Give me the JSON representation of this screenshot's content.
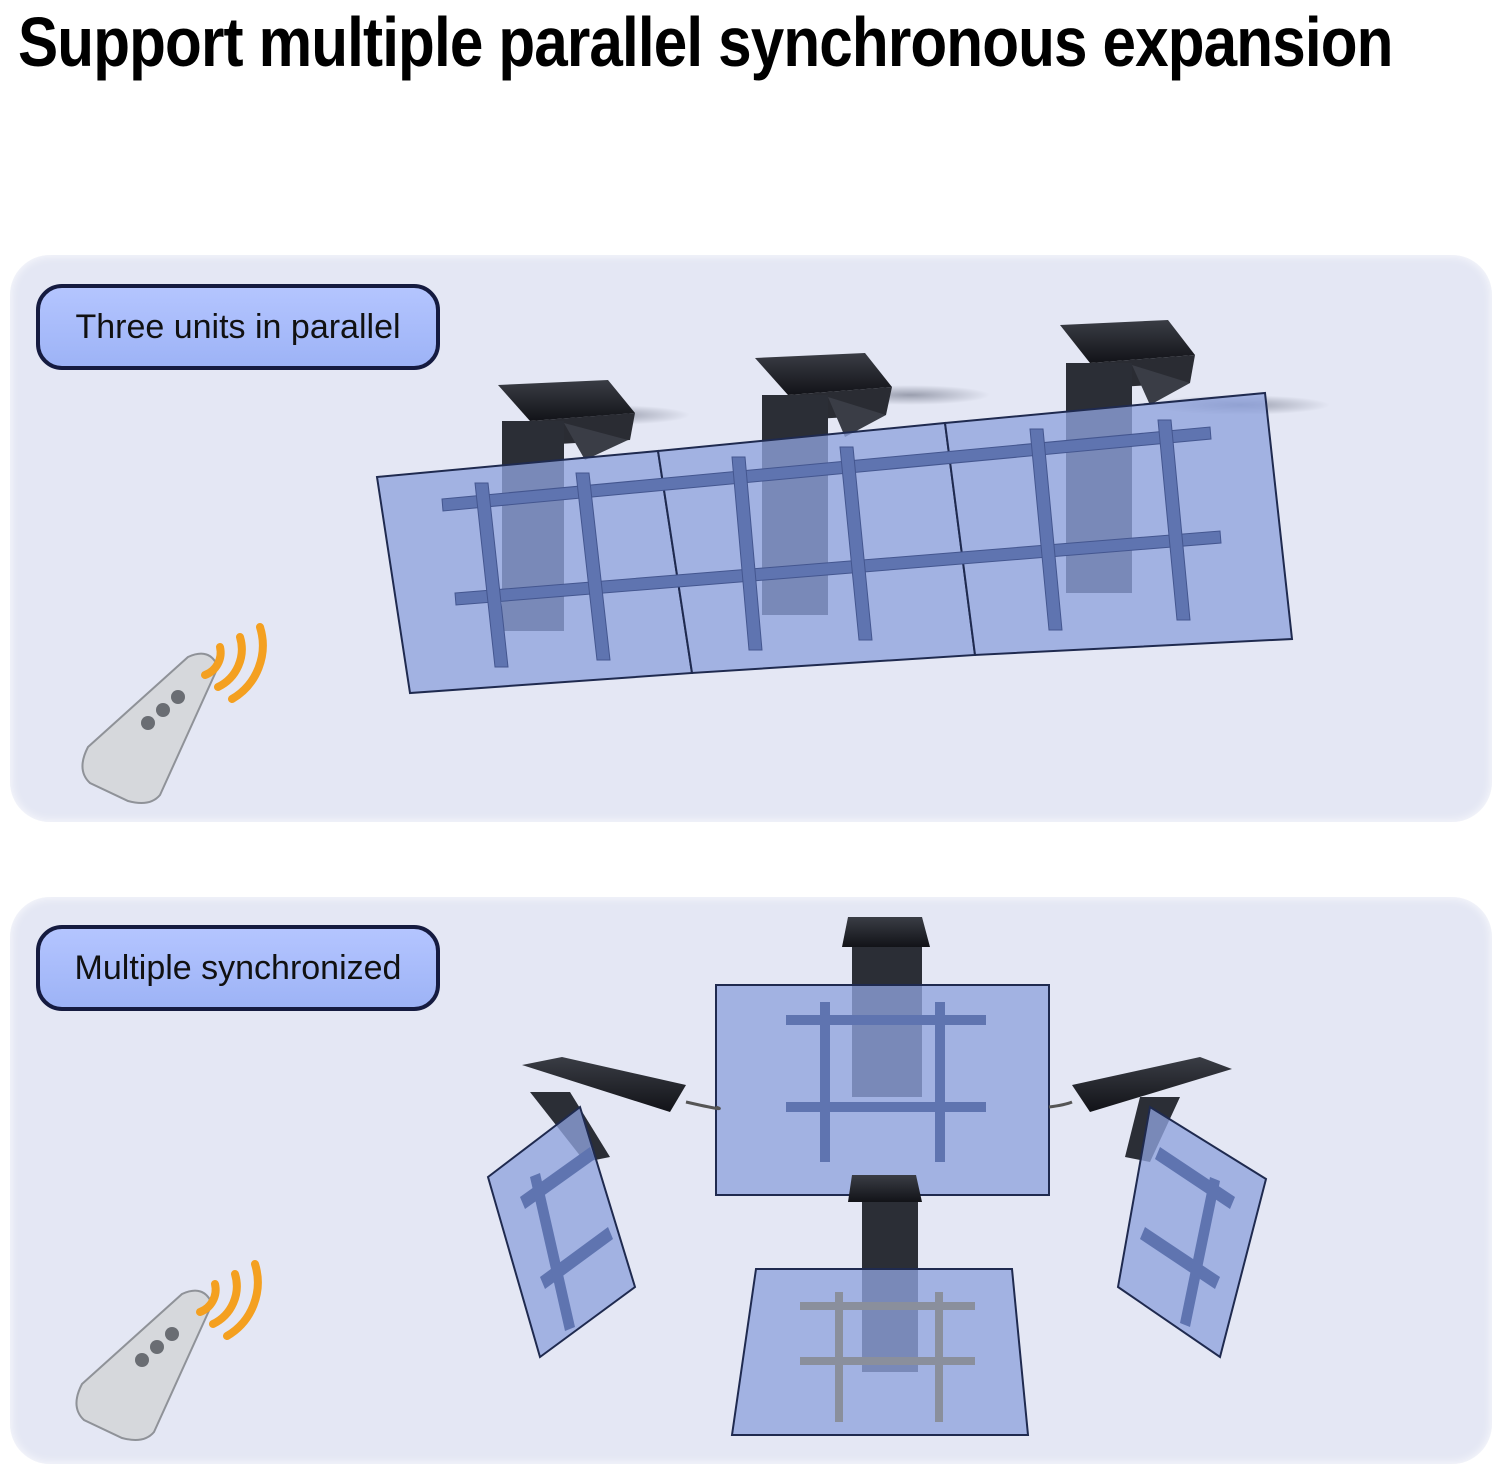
{
  "headline": "Support multiple parallel synchronous expansion",
  "panels": [
    {
      "label": "Three units in parallel"
    },
    {
      "label": "Multiple synchronized"
    }
  ],
  "colors": {
    "panel_bg": "#e4e7f4",
    "screen_fill": "#8fa3dc",
    "bracket": "#5f74b0",
    "motor_dark": "#1e2128",
    "signal": "#f4a020"
  },
  "icons": [
    "remote-control-icon",
    "wireless-signal-icon",
    "ceiling-tv-lift-icon"
  ]
}
